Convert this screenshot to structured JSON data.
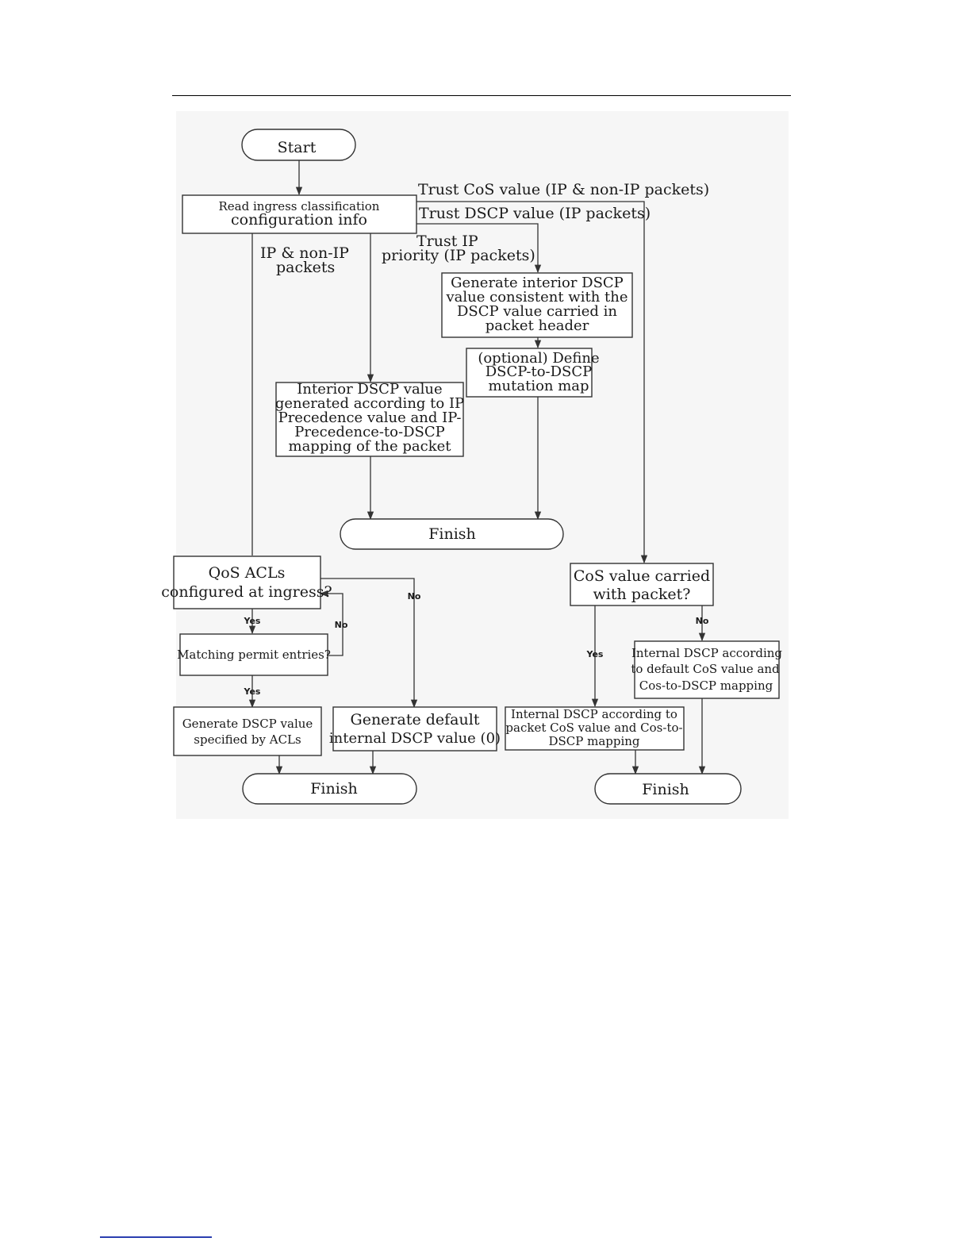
{
  "nodes": {
    "start": "Start",
    "read_config": [
      "Read ingress classification",
      "configuration info"
    ],
    "gen_interior_dscp": [
      "Generate interior DSCP",
      "value consistent with the",
      "DSCP value carried in",
      "packet header"
    ],
    "optional_mutation": [
      "(optional) Define",
      "DSCP-to-DSCP",
      "mutation map"
    ],
    "interior_ip_prec": [
      "Interior DSCP value",
      "generated according to IP",
      "Precedence value and IP-",
      "Precedence-to-DSCP",
      "mapping of the packet"
    ],
    "finish_1": "Finish",
    "qos_acls": [
      "QoS ACLs",
      "configured at ingress?"
    ],
    "matching_permit": "Matching permit entries?",
    "gen_dscp_acls": [
      "Generate DSCP value",
      "specified by ACLs"
    ],
    "gen_default": [
      "Generate default",
      "internal DSCP value (0)"
    ],
    "finish_2": "Finish",
    "cos_carried": [
      "CoS value carried",
      "with packet?"
    ],
    "internal_default_cos": [
      "Internal DSCP according",
      "to default CoS value and",
      "Cos-to-DSCP mapping"
    ],
    "internal_packet_cos": [
      "Internal DSCP according to",
      "packet CoS value and Cos-to-",
      "DSCP mapping"
    ],
    "finish_3": "Finish"
  },
  "edge_labels": {
    "trust_cos": "Trust CoS value (IP & non-IP packets)",
    "trust_dscp": "Trust DSCP value (IP packets)",
    "trust_ip": [
      "Trust IP",
      "priority (IP packets)"
    ],
    "ip_nonip": [
      "IP & non-IP",
      "packets"
    ],
    "yes_1": "Yes",
    "no_1": "No",
    "no_2": "No",
    "yes_2": "Yes",
    "yes_3": "Yes",
    "no_3": "No"
  }
}
